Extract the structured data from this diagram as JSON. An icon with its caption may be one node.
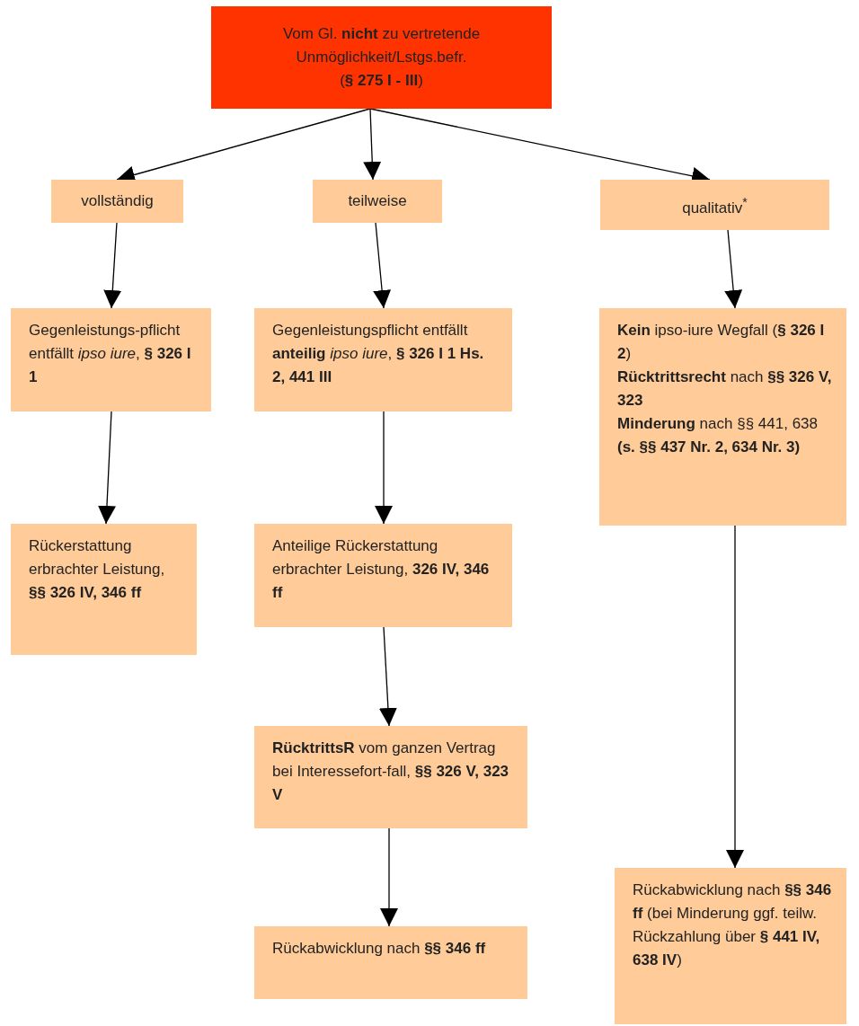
{
  "diagram": {
    "nodes": [
      {
        "text": [
          "Vom Gl. **nicht** zu vertretende Unmöglichkeit/Lstgs.befr.",
          "(**§ 275 I - III**)"
        ]
      },
      {
        "text": [
          "vollständig"
        ]
      },
      {
        "text": [
          "teilweise"
        ]
      },
      {
        "text": [
          "qualitativ$^{*}$"
        ]
      },
      {
        "text": [
          "Gegenleistungs-pflicht entfällt *ipso iure*, **§ 326 I 1**"
        ]
      },
      {
        "text": [
          "Gegenleistungspflicht entfällt **anteilig** *ipso iure*, **§ 326 I 1 Hs. 2, 441 III**"
        ]
      },
      {
        "text": [
          "**Kein** ipso-iure Wegfall (**§ 326 I 2**)",
          "**Rücktrittsrecht** nach **§§ 326 V, 323**",
          "**Minderung** nach §§ 441, 638 **(s. §§ 437 Nr. 2, 634 Nr. 3)**"
        ]
      },
      {
        "text": [
          "Rückerstattung erbrachter Leistung, **§§ 326 IV, 346 ff**"
        ]
      },
      {
        "text": [
          "Anteilige Rückerstattung erbrachter Leistung, **326 IV, 346 ff**"
        ]
      },
      {
        "text": [
          "**RücktrittsR** vom ganzen Vertrag bei Interessefort-fall, **§§ 326 V, 323 V**"
        ]
      },
      {
        "text": [
          "Rückabwicklung nach **§§ 346 ff**"
        ]
      },
      {
        "text": [
          "Rückabwicklung nach **§§ 346 ff** (bei Minderung ggf. teilw. Rückzahlung über **§ 441 IV, 638 IV**)"
        ]
      }
    ],
    "edges": [
      {
        "from": 0,
        "to": 1,
        "arrow": "to"
      },
      {
        "from": 0,
        "to": 2,
        "arrow": "to"
      },
      {
        "from": 0,
        "to": 3,
        "arrow": "to"
      },
      {
        "from": 1,
        "to": 4,
        "arrow": "to"
      },
      {
        "from": 2,
        "to": 5,
        "arrow": "to"
      },
      {
        "from": 3,
        "to": 6,
        "arrow": "to"
      },
      {
        "from": 4,
        "to": 7,
        "arrow": "to"
      },
      {
        "from": 5,
        "to": 8,
        "arrow": "to"
      },
      {
        "from": 8,
        "to": 9,
        "arrow": "to"
      },
      {
        "from": 9,
        "to": 10,
        "arrow": "to"
      },
      {
        "from": 6,
        "to": 11,
        "arrow": "to"
      }
    ]
  }
}
